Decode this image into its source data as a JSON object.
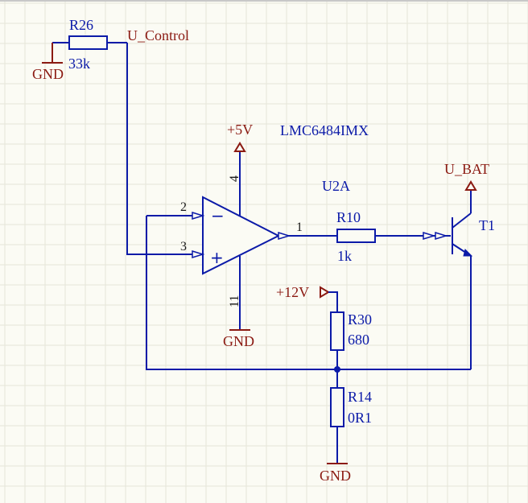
{
  "components": {
    "r26": {
      "ref": "R26",
      "value": "33k"
    },
    "r10": {
      "ref": "R10",
      "value": "1k"
    },
    "r30": {
      "ref": "R30",
      "value": "680"
    },
    "r14": {
      "ref": "R14",
      "value": "0R1"
    },
    "u2a": {
      "ref": "U2A",
      "part": "LMC6484IMX"
    },
    "t1": {
      "ref": "T1"
    }
  },
  "nets": {
    "u_control": "U_Control",
    "u_bat": "U_BAT",
    "plus5v": "+5V",
    "plus12v": "+12V",
    "gnd": "GND"
  },
  "pins": {
    "in_minus": "2",
    "in_plus": "3",
    "out": "1",
    "vplus": "4",
    "vminus": "11"
  },
  "opamp_signs": {
    "minus": "−",
    "plus": "+"
  },
  "colors": {
    "wire": "#0b1aa8",
    "net_label": "#8b1a12",
    "background": "#fbfbf4",
    "grid": "#e6e6d9"
  }
}
